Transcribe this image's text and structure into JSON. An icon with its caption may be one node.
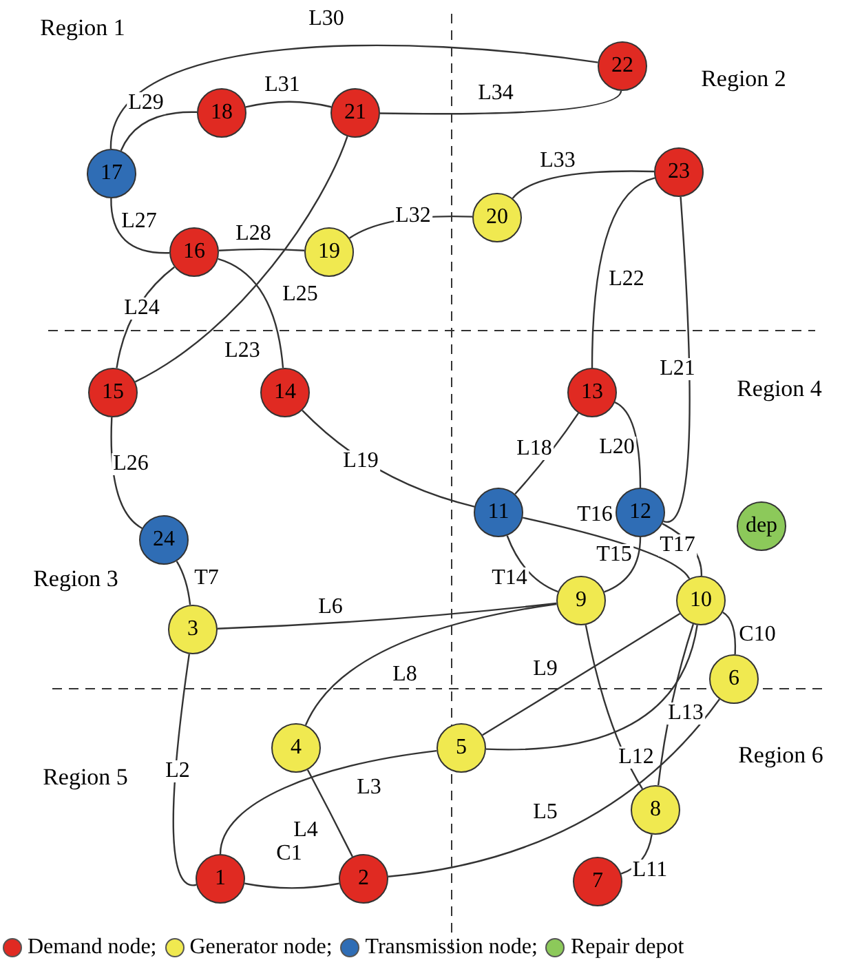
{
  "diagram": {
    "nodes": [
      {
        "text": [
          "1"
        ]
      },
      {
        "text": [
          "2"
        ]
      },
      {
        "text": [
          "3"
        ]
      },
      {
        "text": [
          "4"
        ]
      },
      {
        "text": [
          "5"
        ]
      },
      {
        "text": [
          "6"
        ]
      },
      {
        "text": [
          "7"
        ]
      },
      {
        "text": [
          "8"
        ]
      },
      {
        "text": [
          "9"
        ]
      },
      {
        "text": [
          "10"
        ]
      },
      {
        "text": [
          "11"
        ]
      },
      {
        "text": [
          "12"
        ]
      },
      {
        "text": [
          "13"
        ]
      },
      {
        "text": [
          "14"
        ]
      },
      {
        "text": [
          "15"
        ]
      },
      {
        "text": [
          "16"
        ]
      },
      {
        "text": [
          "17"
        ]
      },
      {
        "text": [
          "18"
        ]
      },
      {
        "text": [
          "19"
        ]
      },
      {
        "text": [
          "20"
        ]
      },
      {
        "text": [
          "21"
        ]
      },
      {
        "text": [
          "22"
        ]
      },
      {
        "text": [
          "23"
        ]
      },
      {
        "text": [
          "24"
        ]
      },
      {
        "text": [
          "dep"
        ]
      }
    ],
    "edges": [
      {
        "from": 0,
        "to": 1,
        "arrow": "none",
        "label": "C1"
      },
      {
        "from": 2,
        "to": 0,
        "arrow": "none",
        "label": "L2"
      },
      {
        "from": 0,
        "to": 4,
        "arrow": "none",
        "label": "L3"
      },
      {
        "from": 3,
        "to": 1,
        "arrow": "none",
        "label": "L4"
      },
      {
        "from": 1,
        "to": 5,
        "arrow": "none",
        "label": "L5"
      },
      {
        "from": 2,
        "to": 8,
        "arrow": "none",
        "label": "L6"
      },
      {
        "from": 23,
        "to": 2,
        "arrow": "none",
        "label": "T7"
      },
      {
        "from": 3,
        "to": 8,
        "arrow": "none",
        "label": "L8"
      },
      {
        "from": 4,
        "to": 9,
        "arrow": "none",
        "label": "L9"
      },
      {
        "from": 4,
        "to": 9,
        "arrow": "none"
      },
      {
        "from": 9,
        "to": 5,
        "arrow": "none",
        "label": "C10"
      },
      {
        "from": 6,
        "to": 7,
        "arrow": "none",
        "label": "L11"
      },
      {
        "from": 8,
        "to": 7,
        "arrow": "none",
        "label": "L12"
      },
      {
        "from": 9,
        "to": 7,
        "arrow": "none",
        "label": "L13"
      },
      {
        "from": 10,
        "to": 8,
        "arrow": "none",
        "label": "T14"
      },
      {
        "from": 11,
        "to": 8,
        "arrow": "none",
        "label": "T15"
      },
      {
        "from": 10,
        "to": 9,
        "arrow": "none",
        "label": "T16"
      },
      {
        "from": 11,
        "to": 9,
        "arrow": "none",
        "label": "T17"
      },
      {
        "from": 10,
        "to": 12,
        "arrow": "none",
        "label": "L18"
      },
      {
        "from": 13,
        "to": 10,
        "arrow": "none",
        "label": "L19"
      },
      {
        "from": 12,
        "to": 11,
        "arrow": "none",
        "label": "L20"
      },
      {
        "from": 22,
        "to": 11,
        "arrow": "none",
        "label": "L21"
      },
      {
        "from": 22,
        "to": 12,
        "arrow": "none",
        "label": "L22"
      },
      {
        "from": 15,
        "to": 13,
        "arrow": "none",
        "label": "L23"
      },
      {
        "from": 15,
        "to": 14,
        "arrow": "none",
        "label": "L24"
      },
      {
        "from": 20,
        "to": 14,
        "arrow": "none",
        "label": "L25"
      },
      {
        "from": 14,
        "to": 23,
        "arrow": "none",
        "label": "L26"
      },
      {
        "from": 16,
        "to": 15,
        "arrow": "none",
        "label": "L27"
      },
      {
        "from": 15,
        "to": 18,
        "arrow": "none",
        "label": "L28"
      },
      {
        "from": 16,
        "to": 17,
        "arrow": "none",
        "label": "L29"
      },
      {
        "from": 16,
        "to": 21,
        "arrow": "none",
        "label": "L30"
      },
      {
        "from": 17,
        "to": 20,
        "arrow": "none",
        "label": "L31"
      },
      {
        "from": 18,
        "to": 19,
        "arrow": "none",
        "label": "L32"
      },
      {
        "from": 19,
        "to": 22,
        "arrow": "none",
        "label": "L33"
      },
      {
        "from": 20,
        "to": 21,
        "arrow": "none",
        "label": "L34"
      }
    ],
    "labels": [
      "Region 1",
      "Region 2",
      "Region 4",
      "Region 3",
      "Region 5",
      "Region 6"
    ],
    "legend": [
      {
        "text": "Demand node;",
        "color": "#e02a22"
      },
      {
        "text": "Generator node;",
        "color": "#f0e950"
      },
      {
        "text": "Transmission node;",
        "color": "#2f6db5"
      },
      {
        "text": "Repair depot",
        "color": "#8cc95a"
      }
    ]
  }
}
